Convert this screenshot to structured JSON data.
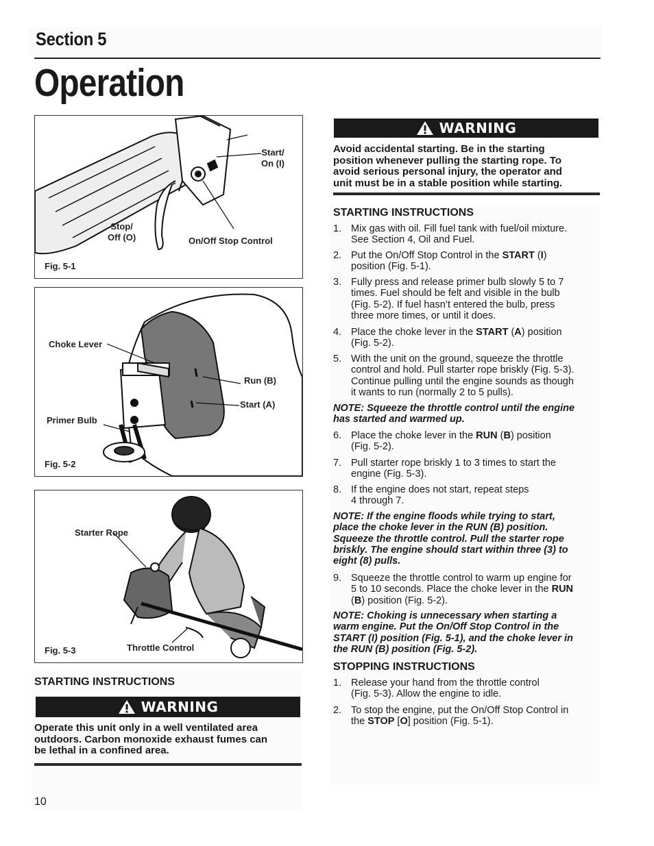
{
  "header": {
    "section_label": "Section 5",
    "page_title": "Operation"
  },
  "figures": {
    "fig1": {
      "label": "Fig. 5-1",
      "callouts": {
        "start_on": [
          "Start/",
          "On (I)"
        ],
        "stop_off": [
          "Stop/",
          "Off (O)"
        ],
        "control": "On/Off Stop Control"
      }
    },
    "fig2": {
      "label": "Fig. 5-2",
      "callouts": {
        "choke": "Choke Lever",
        "run": "Run (B)",
        "start": "Start (A)",
        "primer": "Primer Bulb"
      }
    },
    "fig3": {
      "label": "Fig. 5-3",
      "callouts": {
        "starter_rope": "Starter Rope",
        "throttle": "Throttle Control"
      }
    }
  },
  "left_section": {
    "heading": "STARTING INSTRUCTIONS",
    "warning_title": "WARNING",
    "warning_lines": [
      "Operate this unit only in a well ventilated area",
      "outdoors. Carbon monoxide exhaust fumes can",
      "be lethal in a confined area."
    ]
  },
  "right_section": {
    "warning_title": "WARNING",
    "warning_lines": [
      "Avoid accidental starting. Be in the starting",
      "position whenever pulling the starting rope. To",
      "avoid serious personal injury, the operator and",
      "unit must be in a stable position while starting."
    ],
    "starting_heading": "STARTING INSTRUCTIONS",
    "steps": [
      {
        "n": "1.",
        "lines": [
          "Mix gas with oil. Fill fuel tank with fuel/oil mixture.",
          "See Section 4, Oil and Fuel."
        ]
      },
      {
        "n": "2.",
        "pre": "Put the On/Off Stop Control in the ",
        "bold": "START",
        "mid": " (",
        "bold2": "I",
        "post": ")",
        "line2": "position (Fig. 5-1)."
      },
      {
        "n": "3.",
        "lines": [
          "Fully press and release primer bulb slowly 5 to 7",
          "times. Fuel should be felt and visible in the bulb",
          "(Fig. 5-2). If fuel hasn’t entered the bulb, press",
          "three more times, or until it does."
        ]
      },
      {
        "n": "4.",
        "pre": "Place the choke lever in the ",
        "bold": "START",
        "mid": " (",
        "bold2": "A",
        "post": ") position",
        "line2": "(Fig. 5-2)."
      },
      {
        "n": "5.",
        "lines": [
          "With the unit on the ground, squeeze the throttle",
          "control and hold. Pull starter rope briskly (Fig. 5-3).",
          "Continue pulling until the engine sounds as though",
          "it wants to run (normally 2 to 5 pulls)."
        ]
      },
      {
        "n": "6.",
        "pre": "Place the choke lever in the ",
        "bold": "RUN",
        "mid": " (",
        "bold2": "B",
        "post": ") position",
        "line2": "(Fig. 5-2)."
      },
      {
        "n": "7.",
        "lines": [
          "Pull starter rope briskly 1 to 3 times to start the",
          "engine (Fig. 5-3)."
        ]
      },
      {
        "n": "8.",
        "lines": [
          "If the engine does not start, repeat steps",
          "4 through 7."
        ]
      },
      {
        "n": "9.",
        "line1": "Squeeze the throttle control to warm up engine for",
        "line2pre": "5 to 10 seconds. Place the choke lever in the ",
        "line2bold": "RUN",
        "line3pre": "(",
        "line3bold": "B",
        "line3post": ") position (Fig. 5-2)."
      }
    ],
    "notes": [
      [
        "NOTE: Squeeze the throttle control until the engine",
        "has started and warmed up."
      ],
      [
        "NOTE: If the engine floods while trying to start,",
        "place the choke lever in the RUN (B) position.",
        "Squeeze the throttle control. Pull the starter rope",
        "briskly. The engine should start within three (3) to",
        "eight (8) pulls."
      ],
      [
        "NOTE: Choking is unnecessary when starting a",
        "warm engine. Put the On/Off Stop Control in the",
        "START (I) position (Fig. 5-1), and the choke lever in",
        "the RUN (B) position (Fig. 5-2)."
      ]
    ],
    "stopping_heading": "STOPPING INSTRUCTIONS",
    "stop_steps": [
      {
        "n": "1.",
        "lines": [
          "Release your hand from the throttle control",
          "(Fig. 5-3). Allow the engine to idle."
        ]
      },
      {
        "n": "2.",
        "line1": "To stop the engine, put the On/Off Stop Control in",
        "pre": "the ",
        "bold": "STOP",
        "mid": " [",
        "bold2": "O",
        "post": "] position (Fig. 5-1)."
      }
    ]
  },
  "footer": {
    "page_number": "10"
  }
}
